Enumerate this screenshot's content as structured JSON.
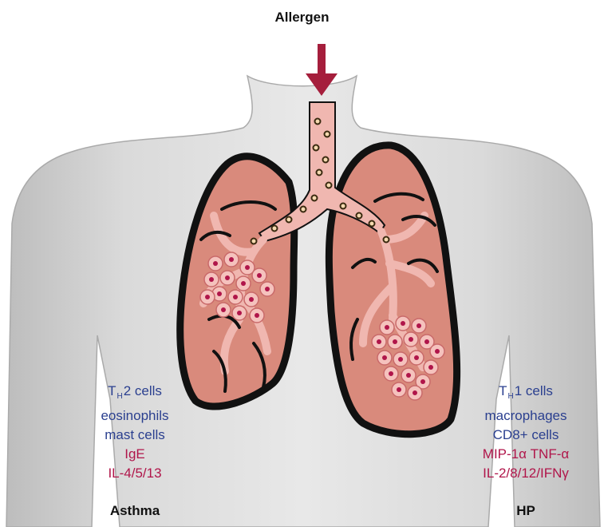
{
  "title": "Allergen",
  "colors": {
    "arrow": "#a51e3c",
    "lung_fill": "#d98a7c",
    "lung_outline": "#111111",
    "airway": "#f0b7b0",
    "cell_fill": "#f5c2bd",
    "cell_nucleus": "#b0154a",
    "label_blue": "#2a3f8f",
    "label_red": "#b0154a",
    "torso": "#d6d6d6"
  },
  "left_panel": {
    "cells_prefix": "T",
    "cells_sub": "H",
    "cells_suffix": "2 cells",
    "line2": "eosinophils",
    "line3": "mast cells",
    "mediator1": "IgE",
    "mediator2": "IL-4/5/13",
    "caption": "Asthma"
  },
  "right_panel": {
    "cells_prefix": "T",
    "cells_sub": "H",
    "cells_suffix": "1 cells",
    "line2": "macrophages",
    "line3": "CD8+ cells",
    "mediator1": "MIP-1α TNF-α",
    "mediator2": "IL-2/8/12/IFNγ",
    "caption": "HP"
  }
}
